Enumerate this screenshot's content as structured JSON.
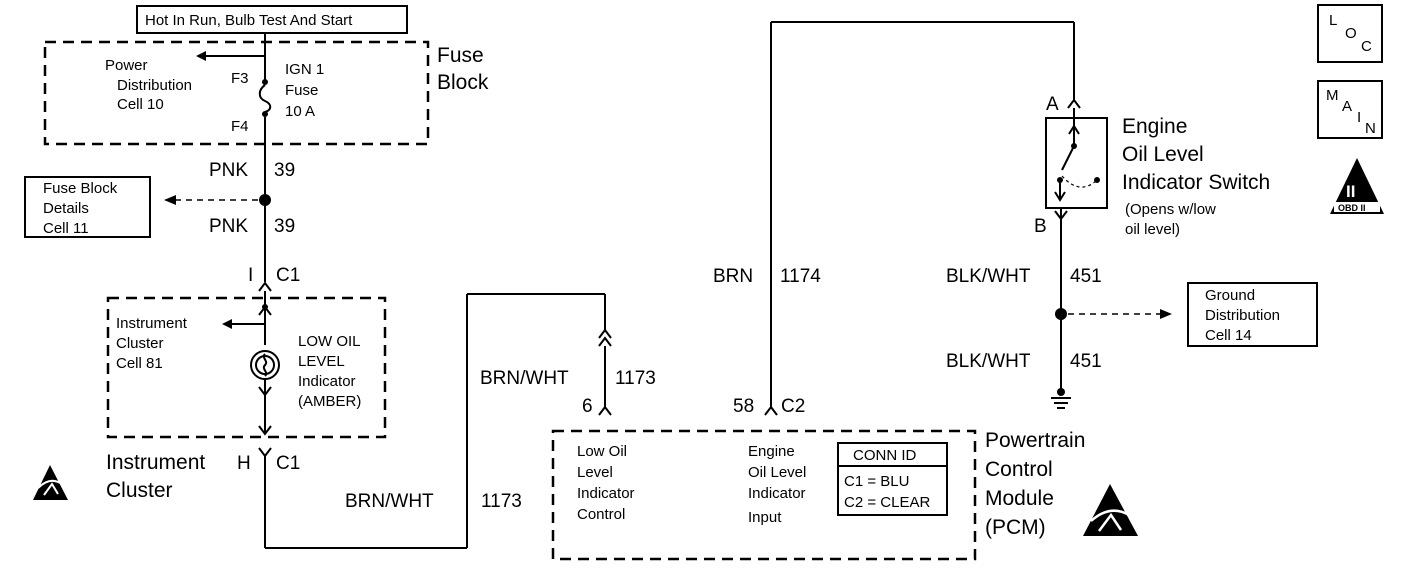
{
  "power_header": "Hot In Run, Bulb Test And Start",
  "fuse_block": {
    "title_line1": "Fuse",
    "title_line2": "Block",
    "ref_line1": "Power",
    "ref_line2": "Distribution",
    "ref_line3": "Cell 10",
    "pin_top": "F3",
    "pin_bottom": "F4",
    "fuse_line1": "IGN 1",
    "fuse_line2": "Fuse",
    "fuse_line3": "10 A"
  },
  "wires": {
    "pnk_color_1": "PNK",
    "pnk_circuit_1": "39",
    "pnk_color_2": "PNK",
    "pnk_circuit_2": "39",
    "brnwht_color_1": "BRN/WHT",
    "brnwht_circuit_1": "1173",
    "brnwht_color_2": "BRN/WHT",
    "brnwht_circuit_2": "1173",
    "brn_color": "BRN",
    "brn_circuit": "1174",
    "blkwht_color_1": "BLK/WHT",
    "blkwht_circuit_1": "451",
    "blkwht_color_2": "BLK/WHT",
    "blkwht_circuit_2": "451"
  },
  "fuse_block_details": {
    "line1": "Fuse Block",
    "line2": "Details",
    "line3": "Cell 11"
  },
  "connectors": {
    "i_pin": "I",
    "c1_top": "C1",
    "h_pin": "H",
    "c1_bottom": "C1",
    "pin_6": "6",
    "pin_58": "58",
    "c2": "C2",
    "pin_a": "A",
    "pin_b": "B"
  },
  "instrument_cluster": {
    "ref_line1": "Instrument",
    "ref_line2": "Cluster",
    "ref_line3": "Cell 81",
    "lamp_line1": "LOW OIL",
    "lamp_line2": "LEVEL",
    "lamp_line3": "Indicator",
    "lamp_line4": "(AMBER)",
    "title_line1": "Instrument",
    "title_line2": "Cluster"
  },
  "pcm": {
    "input1_line1": "Low Oil",
    "input1_line2": "Level",
    "input1_line3": "Indicator",
    "input1_line4": "Control",
    "input2_line1": "Engine",
    "input2_line2": "Oil Level",
    "input2_line3": "Indicator",
    "input2_line4": "Input",
    "conn_id_title": "CONN ID",
    "conn_id_c1": "C1 = BLU",
    "conn_id_c2": "C2 = CLEAR",
    "title_line1": "Powertrain",
    "title_line2": "Control",
    "title_line3": "Module",
    "title_line4": "(PCM)"
  },
  "switch": {
    "title_line1": "Engine",
    "title_line2": "Oil Level",
    "title_line3": "Indicator Switch",
    "note_line1": "(Opens w/low",
    "note_line2": "oil level)"
  },
  "ground_distribution": {
    "line1": "Ground",
    "line2": "Distribution",
    "line3": "Cell 14"
  },
  "legend_icons": {
    "loc_l": "L",
    "loc_o": "O",
    "loc_c": "C",
    "main_m": "M",
    "main_a": "A",
    "main_i": "I",
    "main_n": "N",
    "obd_numeral": "II",
    "obd_label": "OBD II"
  },
  "icons": [
    "esd-sensitive-icon",
    "loc-icon",
    "main-icon",
    "obd-ii-icon",
    "ground-icon",
    "bulb-icon",
    "fuse-icon",
    "switch-icon"
  ]
}
